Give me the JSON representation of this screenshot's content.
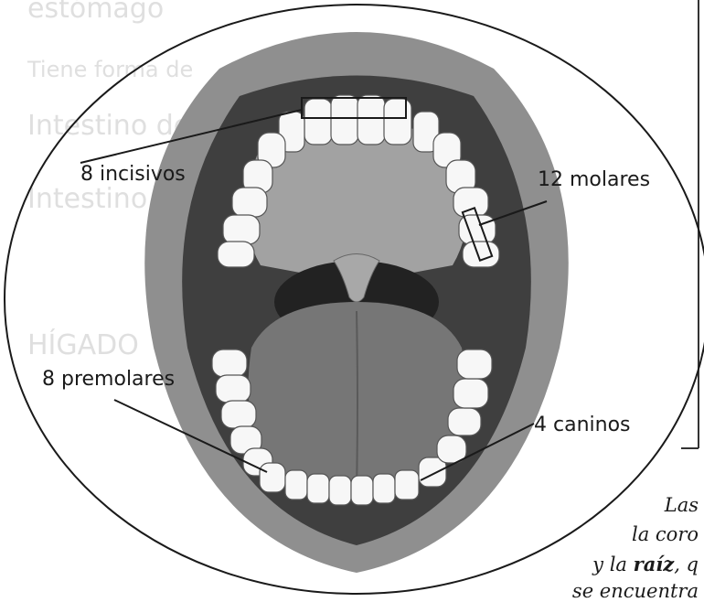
{
  "labels": {
    "incisivos": "8 incisivos",
    "molares": "12 molares",
    "premolares": "8 premolares",
    "caninos": "4 caninos"
  },
  "caption": {
    "line1": "Las",
    "line2": "la coro",
    "line3_prefix": "y la ",
    "line3_bold": "raíz",
    "line3_suffix": ", q",
    "line4": "se encuentra"
  },
  "background_text": {
    "top": "estómago",
    "l1": "Tiene forma de",
    "l2": "Intestino delgado",
    "l3": "Intestino grueso",
    "l4": "HÍGADO"
  },
  "colors": {
    "line": "#1a1a1a",
    "lips": "#8a8a8a",
    "mouth": "#3a3a3a",
    "palate": "#9c9c9c",
    "tongue": "#6e6e6e",
    "teeth": "#f6f6f6"
  }
}
